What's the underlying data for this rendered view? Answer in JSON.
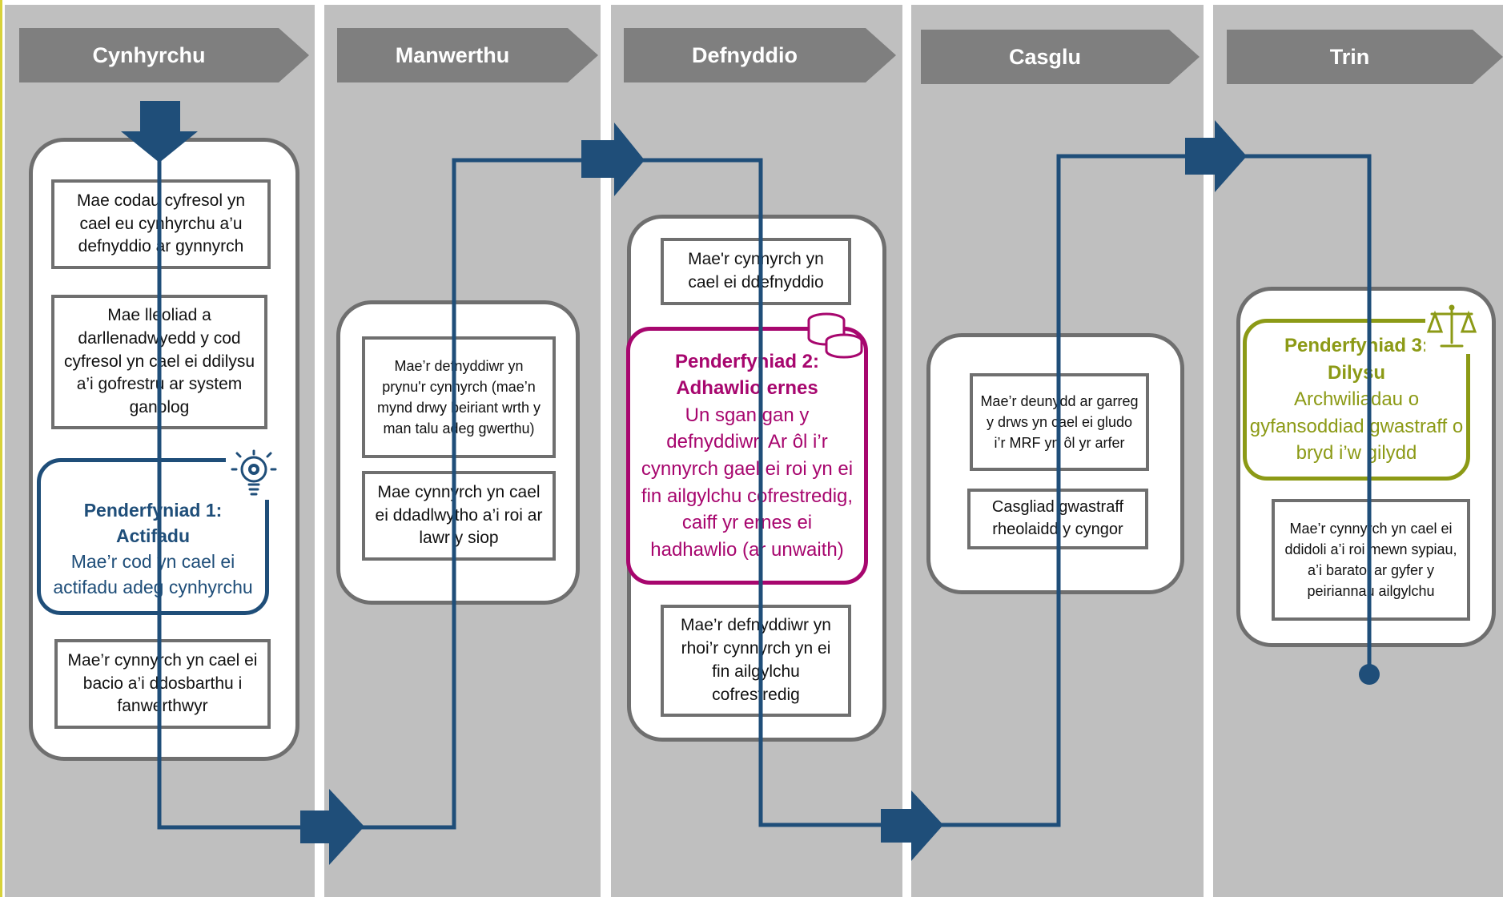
{
  "colors": {
    "lane_bg": "#bfbfbf",
    "header_bg": "#7f7f7f",
    "flow_line": "#1f4e79",
    "decision_1": "#1f4e79",
    "decision_2": "#a7066e",
    "decision_3": "#8c9a16",
    "panel_border": "#6f6f6f"
  },
  "stages": [
    {
      "title": "Cynhyrchu",
      "steps": [
        "Mae codau cyfresol yn cael eu cynhyrchu a’u defnyddio ar gynnyrch",
        "Mae lleoliad a darllenadwyedd y cod cyfresol yn cael ei ddilysu a’i gofrestru ar system ganolog",
        "Mae’r cynnyrch yn cael ei bacio a’i ddosbarthu i fanwerthwyr"
      ],
      "decision": {
        "title": "Penderfyniad 1: Actifadu",
        "text": "Mae’r cod yn cael ei actifadu adeg cynhyrchu",
        "icon": "lightbulb-gear-icon"
      }
    },
    {
      "title": "Manwerthu",
      "steps": [
        "Mae’r defnyddiwr yn prynu'r cynnyrch (mae’n mynd drwy beiriant wrth y man talu adeg gwerthu)",
        "Mae cynnyrch yn cael ei ddadlwytho a’i roi ar lawr y siop"
      ]
    },
    {
      "title": "Defnyddio",
      "steps": [
        "Mae'r cynnyrch yn cael ei ddefnyddio",
        "Mae’r defnyddiwr yn rhoi’r cynnyrch yn ei fin ailgylchu cofrestredig"
      ],
      "decision": {
        "title": "Penderfyniad 2: Adhawlio ernes",
        "text": "Un sgan gan y defnyddiwr. Ar ôl i’r cynnyrch gael ei roi yn ei fin ailgylchu cofrestredig, caiff yr ernes ei hadhawlio (ar unwaith)",
        "icon": "coins-icon"
      }
    },
    {
      "title": "Casglu",
      "steps": [
        "Mae’r deunydd ar garreg y drws yn cael ei gludo i’r MRF yn ôl yr arfer",
        "Casgliad gwastraff rheolaidd y cyngor"
      ]
    },
    {
      "title": "Trin",
      "steps": [
        "Mae’r cynnyrch yn cael ei ddidoli a’i roi mewn sypiau, a’i baratoi ar gyfer y peiriannau ailgylchu"
      ],
      "decision": {
        "title": "Penderfyniad 3: Dilysu",
        "text": "Archwiliadau o gyfansoddiad gwastraff o bryd i’w gilydd",
        "icon": "scales-icon"
      }
    }
  ]
}
